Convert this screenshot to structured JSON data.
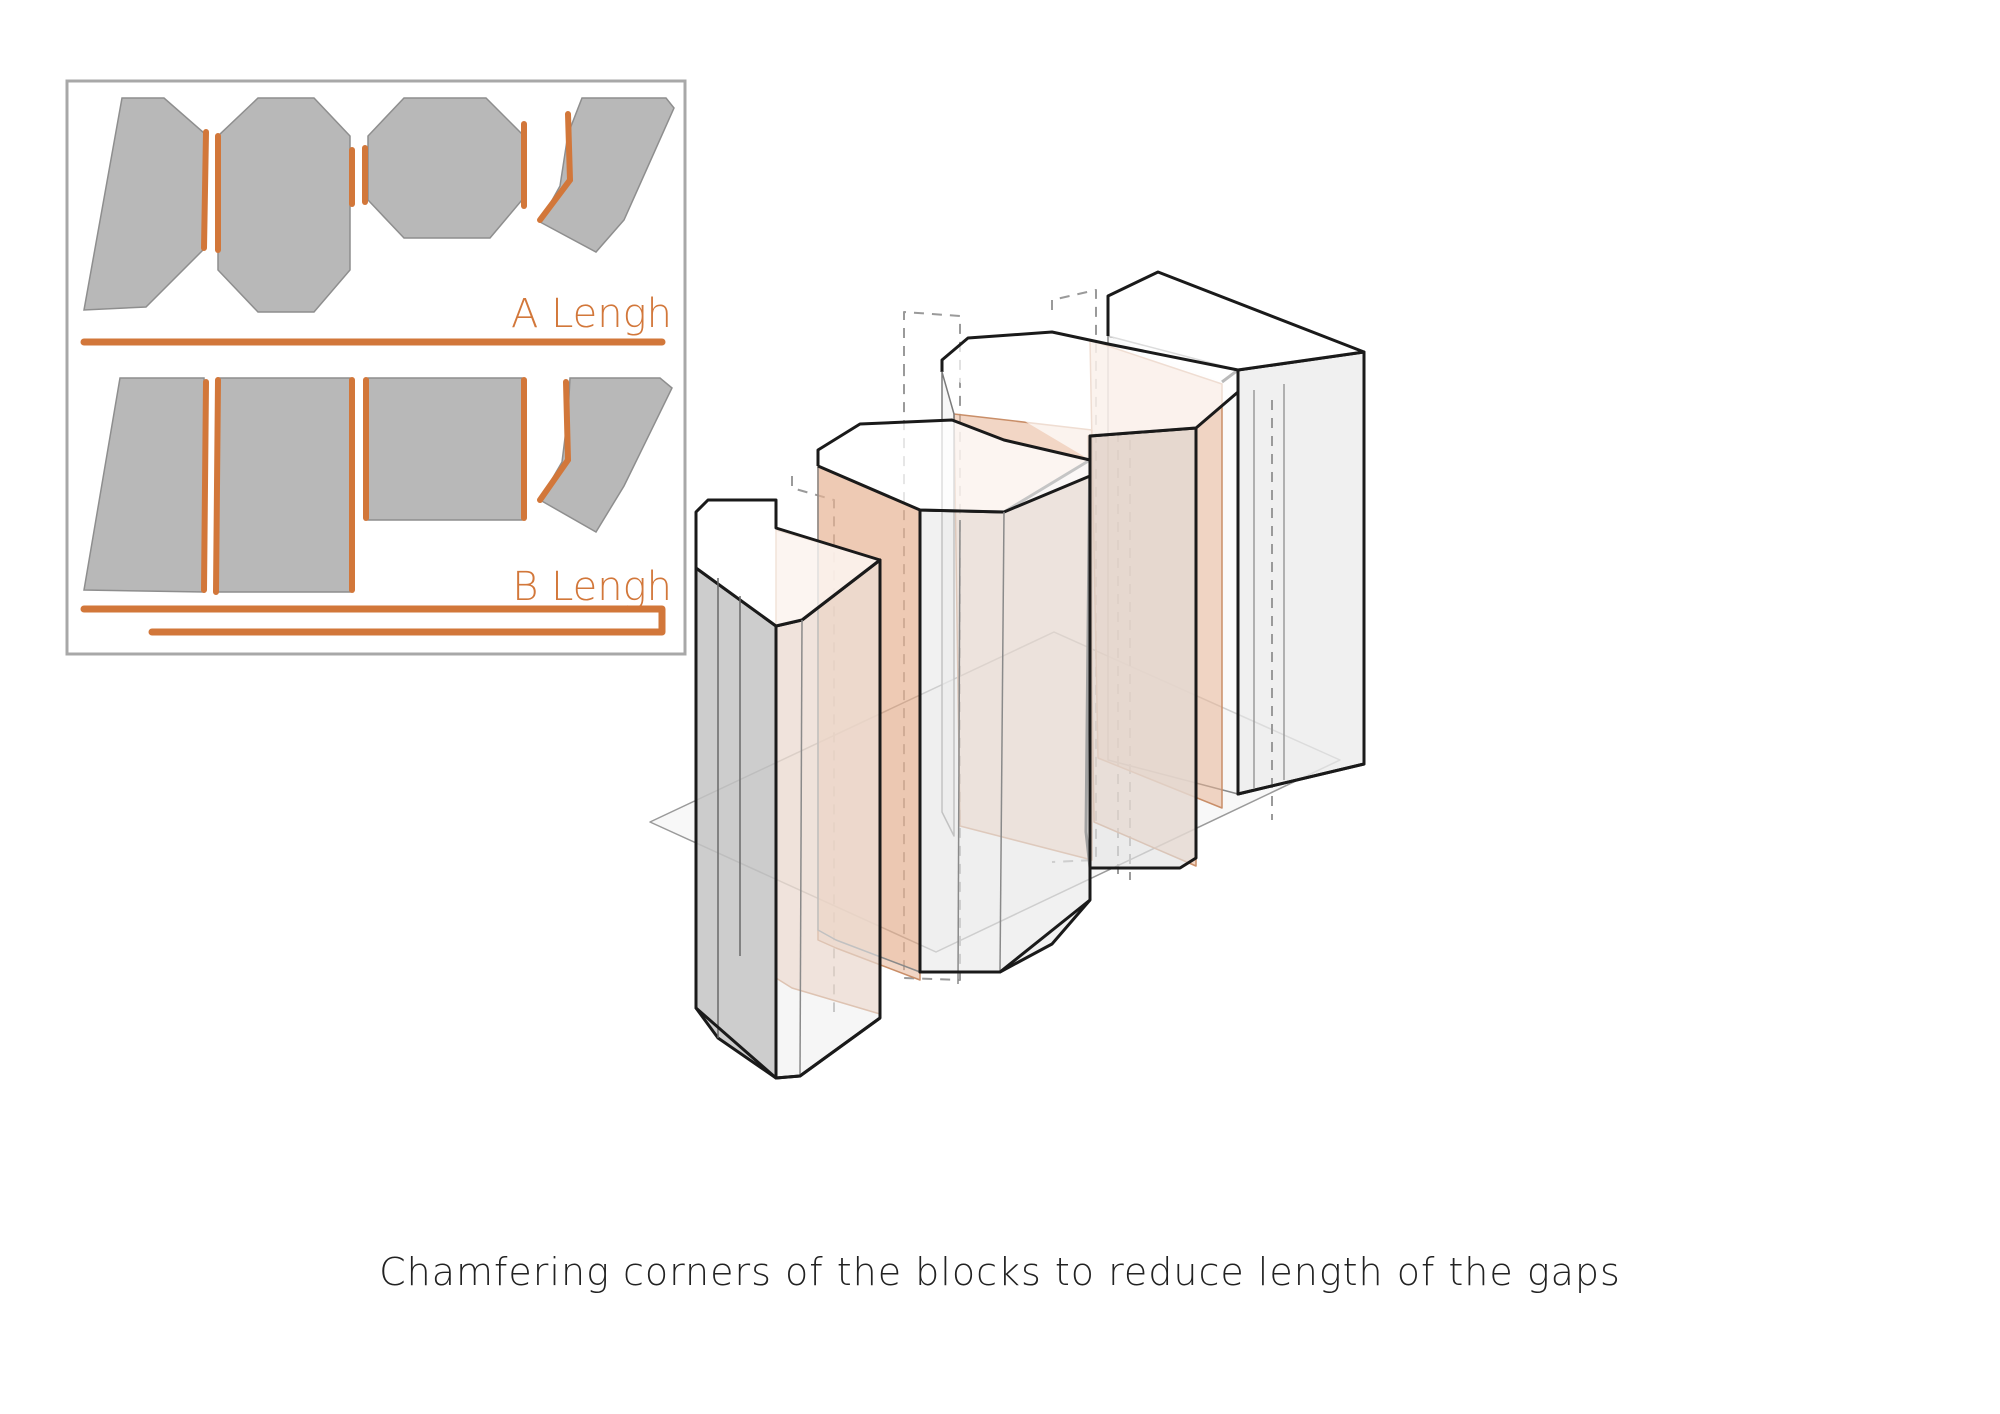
{
  "inset": {
    "label_a": "A Lengh",
    "label_b": "B Lengh"
  },
  "caption": "Chamfering corners of the blocks to reduce length of the gaps",
  "colors": {
    "accent": "#d2773a",
    "block_fill": "#b8b8b8",
    "inset_border": "#a8a8a8",
    "text": "#222222",
    "accent_fill": "#e7b595"
  }
}
